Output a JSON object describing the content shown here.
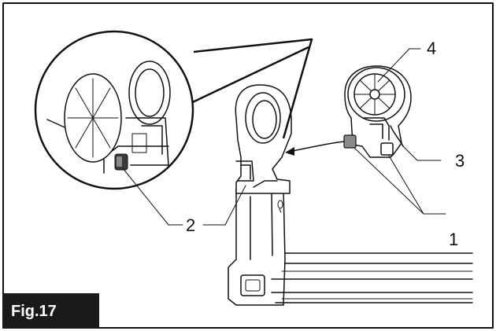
{
  "figure": {
    "label": "Fig.17"
  },
  "callouts": {
    "c1": "1",
    "c2": "2",
    "c3": "3",
    "c4": "4"
  },
  "colors": {
    "line": "#111111",
    "label_bg": "#1a1a1a",
    "label_text": "#ffffff",
    "part_fill": "#8a8a8a"
  }
}
